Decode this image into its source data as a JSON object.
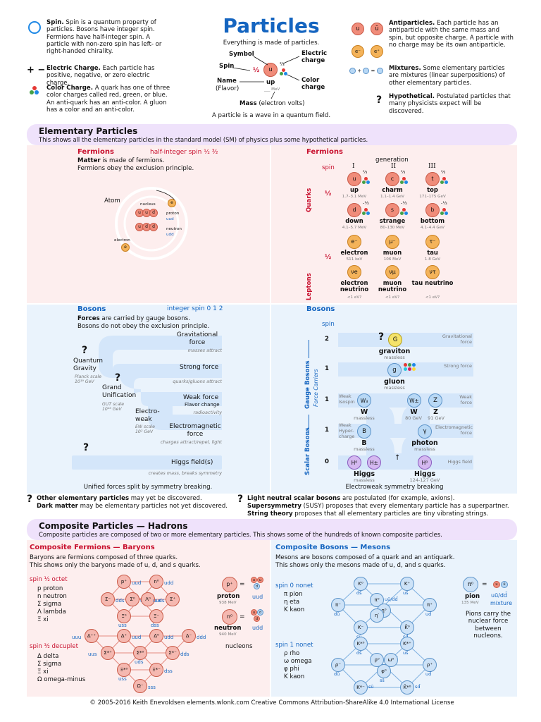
{
  "header": {
    "title": "Particles",
    "subtitle": "Everything is made of particles.",
    "wave_note": "A particle is a wave in a quantum field.",
    "diagram": {
      "symbol": "Symbol",
      "electric_charge": "Electric charge",
      "spin": "Spin",
      "color_charge": "Color charge",
      "name": "Name",
      "flavor": "(Flavor)",
      "mass": "Mass",
      "mass_units": "(electron volts)",
      "example_symbol": "u",
      "example_name": "up",
      "example_spin": "½",
      "example_charge": "⅔",
      "example_mass": "___ MeV"
    }
  },
  "legend_left": [
    {
      "title": "Spin.",
      "text": "Spin is a quantum property of particles. Bosons have integer spin. Fermions have half-integer spin. A particle with non-zero spin has left- or right-handed chirality."
    },
    {
      "title": "Electric Charge.",
      "text": "Each particle has positive, negative, or zero electric charge."
    },
    {
      "title": "Color Charge.",
      "text": "A quark has one of three color charges called red, green, or blue. An anti-quark has an anti-color. A gluon has a color and an anti-color."
    }
  ],
  "legend_right": [
    {
      "title": "Antiparticles.",
      "text": "Each particle has an antiparticle with the same mass and spin, but opposite charge. A particle with no charge may be its own antiparticle."
    },
    {
      "title": "Mixtures.",
      "text": "Some elementary particles are mixtures (linear superpositions) of other elementary particles."
    },
    {
      "title": "Hypothetical.",
      "text": "Postulated particles that many physicists expect will be discovered."
    }
  ],
  "elementary": {
    "title": "Elementary Particles",
    "desc": "This shows all the elementary particles in the standard model (SM) of physics plus some hypothetical particles."
  },
  "fermions_left": {
    "title": "Fermions",
    "spin_note": "half-integer spin ½ ³⁄₂",
    "line1_bold": "Matter",
    "line1": " is made of fermions.",
    "line2": "Fermions obey the exclusion principle.",
    "atom": "Atom",
    "nucleus": "nucleus",
    "proton": "proton",
    "proton_q": "uud",
    "neutron": "neutron",
    "neutron_q": "udd",
    "electron": "electron"
  },
  "fermions_right": {
    "title": "Fermions",
    "generation": "generation",
    "gens": [
      "I",
      "II",
      "III"
    ],
    "spin": "spin",
    "quarks": "Quarks",
    "leptons": "Leptons",
    "half": "½",
    "particles": [
      {
        "sym": "u",
        "name": "up",
        "mass": "1.7–3.1 MeV",
        "charge": "⅔"
      },
      {
        "sym": "c",
        "name": "charm",
        "mass": "1.1–1.4 GeV",
        "charge": "⅔"
      },
      {
        "sym": "t",
        "name": "top",
        "mass": "171–175 GeV",
        "charge": "⅔"
      },
      {
        "sym": "d",
        "name": "down",
        "mass": "4.1–5.7 MeV",
        "charge": "-⅓"
      },
      {
        "sym": "s",
        "name": "strange",
        "mass": "80–130 MeV",
        "charge": "-⅓"
      },
      {
        "sym": "b",
        "name": "bottom",
        "mass": "4.1–4.4 GeV",
        "charge": "-⅓"
      },
      {
        "sym": "e⁻",
        "name": "electron",
        "mass": "511 keV"
      },
      {
        "sym": "μ⁻",
        "name": "muon",
        "mass": "106 MeV"
      },
      {
        "sym": "τ⁻",
        "name": "tau",
        "mass": "1.8 GeV"
      },
      {
        "sym": "νe",
        "name": "electron neutrino",
        "mass": "<1 eV?"
      },
      {
        "sym": "νμ",
        "name": "muon neutrino",
        "mass": "<1 eV?"
      },
      {
        "sym": "ντ",
        "name": "tau neutrino",
        "mass": "<1 eV?"
      }
    ]
  },
  "bosons_left": {
    "title": "Bosons",
    "spin_note": "integer spin 0 1 2",
    "line1_bold": "Forces",
    "line1": " are carried by gauge bosons.",
    "line2": "Bosons do not obey the exclusion principle.",
    "gravity": "Gravitational force",
    "gravity_note": "masses attract",
    "strong": "Strong force",
    "strong_note": "quarks/gluons attract",
    "weak": "Weak force",
    "weak_sub": "Flavor change",
    "weak_note": "radioactivity",
    "em": "Electromagnetic force",
    "em_note": "charges attract/repel, light",
    "higgs": "Higgs field(s)",
    "higgs_note": "creates mass, breaks symmetry",
    "qg": "Quantum Gravity",
    "qg_note": "Planck scale 10¹⁹ GeV",
    "gu": "Grand Unification",
    "gu_note": "GUT scale 10¹⁶ GeV",
    "ew": "Electro-weak",
    "ew_note": "EW scale 10² GeV",
    "caption": "Unified forces split by symmetry breaking."
  },
  "bosons_right": {
    "title": "Bosons",
    "spin": "spin",
    "gauge": "Gauge Bosons",
    "force_carriers": "Force Carriers",
    "scalar": "Scalar Bosons",
    "graviton": "graviton",
    "graviton_mass": "massless",
    "grav_force": "Gravitational force",
    "gluon": "gluon",
    "gluon_mass": "massless",
    "strong_force": "Strong force",
    "weak_isospin": "Weak Isospin",
    "w": "W",
    "w_mass": "massless",
    "w2": "W",
    "w2_mass": "80 GeV",
    "z": "Z",
    "z_mass": "91 GeV",
    "weak_force": "Weak force",
    "weak_hyper": "Weak Hyper-charge",
    "b": "B",
    "b_mass": "massless",
    "photon": "photon",
    "photon_mass": "massless",
    "em_force": "Electromagnetic force",
    "higgs": "Higgs",
    "higgs_mass": "massless",
    "higgs2": "Higgs",
    "higgs2_mass": "124-127 GeV",
    "higgs_field": "Higgs field",
    "caption": "Electroweak symmetry breaking",
    "spins": [
      "2",
      "1",
      "1",
      "1",
      "0"
    ],
    "sym_g": "G",
    "sym_gl": "g",
    "sym_w": "W₃",
    "sym_wpm": "W±",
    "sym_z": "Z",
    "sym_b": "B",
    "sym_y": "γ",
    "sym_h0": "H⁰",
    "sym_hpm": "H±",
    "sym_h": "H⁰"
  },
  "notes_left": [
    {
      "bold": "Other elementary particles",
      "text": " may yet be discovered."
    },
    {
      "bold": "Dark matter",
      "text": " may be elementary particles not yet discovered."
    }
  ],
  "notes_right": [
    {
      "bold": "Light neutral scalar bosons",
      "text": " are postulated (for example, axions)."
    },
    {
      "bold": "Supersymmetry",
      "text": " (SUSY) proposes that every elementary particle has a superpartner."
    },
    {
      "bold": "String theory",
      "text": " proposes that all elementary particles are tiny vibrating strings."
    }
  ],
  "composite": {
    "title": "Composite Particles — Hadrons",
    "desc": "Composite particles are composed of two or more elementary particles. This shows some of the hundreds of known composite particles."
  },
  "baryons": {
    "title": "Composite Fermions — Baryons",
    "desc1": "Baryons are fermions composed of three quarks.",
    "desc2": "This shows only the baryons made of u, d, and s quarks.",
    "octet": "spin ½ octet",
    "octet_list": [
      "p proton",
      "n neutron",
      "Σ sigma",
      "Λ lambda",
      "Ξ xi"
    ],
    "decuplet": "spin ³⁄₂ decuplet",
    "decuplet_list": [
      "Δ delta",
      "Σ sigma",
      "Ξ xi",
      "Ω omega-minus"
    ],
    "proton": "proton",
    "proton_mass": "938 MeV",
    "proton_q": "uud",
    "neutron": "neutron",
    "neutron_mass": "940 MeV",
    "neutron_q": "udd",
    "nucleons": "nucleons"
  },
  "mesons": {
    "title": "Composite Bosons — Mesons",
    "desc1": "Mesons are bosons composed of a quark and an antiquark.",
    "desc2": "This shows only the mesons made of u, d, and s quarks.",
    "nonet0": "spin 0 nonet",
    "nonet0_list": [
      "π pion",
      "η eta",
      "K kaon"
    ],
    "nonet1": "spin 1 nonet",
    "nonet1_list": [
      "ρ rho",
      "ω omega",
      "φ phi",
      "K kaon"
    ],
    "pion": "pion",
    "pion_mass": "135 MeV",
    "pion_q": "uū/dd̄",
    "mixture": "mixture",
    "pion_note": "Pions carry the nuclear force between nucleons."
  },
  "footer": "© 2005-2016 Keith Enevoldsen   elements.wlonk.com   Creative Commons Attribution-ShareAlike 4.0 International License"
}
